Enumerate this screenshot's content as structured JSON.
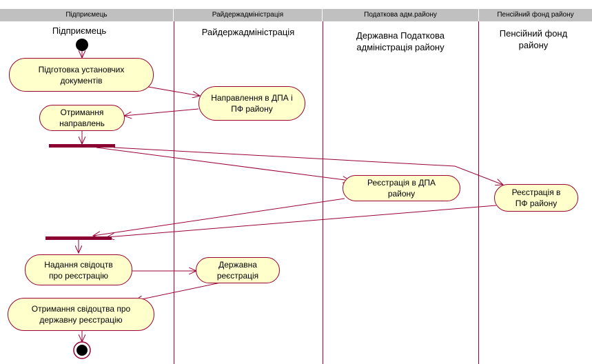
{
  "lanes": [
    {
      "header": "Підприємець",
      "title": "Підприємець"
    },
    {
      "header": "Райдержадміністрація",
      "title": "Райдержадміністрація"
    },
    {
      "header": "Податкова адм.району",
      "title": "Державна Податкова адміністрація району"
    },
    {
      "header": "Пенсійний фонд району",
      "title": "Пенсійний фонд району"
    }
  ],
  "activities": {
    "prepare_docs": "Підготовка установчих документів",
    "send_to_dpa_pf": "Направлення в ДПА і ПФ району",
    "receive_referrals": "Отримання направлень",
    "register_dpa": "Реєстрація в ДПА району",
    "register_pf": "Реєстрація в ПФ району",
    "provide_certificates": "Надання свідоцтв про реєстрацію",
    "state_registration": "Державна реєстрація",
    "receive_certificate": "Отримання свідоцтва про державну реєстрацію"
  },
  "colors": {
    "fill": "#ffffcc",
    "border": "#990033",
    "bar": "#8b0030",
    "header": "#c0c0c0"
  }
}
